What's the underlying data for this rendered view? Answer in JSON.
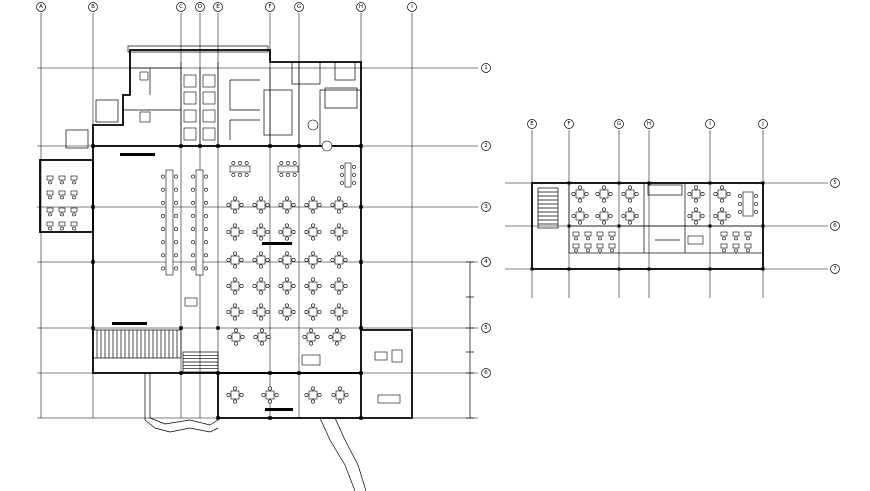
{
  "plan_left": {
    "column_bubbles": [
      "A",
      "B",
      "C",
      "D",
      "E",
      "F",
      "G",
      "H",
      "I"
    ],
    "row_bubbles": [
      "1",
      "2",
      "3",
      "4",
      "5",
      "6"
    ]
  },
  "plan_right": {
    "column_bubbles": [
      "E",
      "F",
      "G",
      "H",
      "I",
      "J"
    ],
    "row_bubbles": [
      "5",
      "6",
      "7"
    ]
  },
  "colors": {
    "line": "#000000",
    "background": "#ffffff"
  }
}
